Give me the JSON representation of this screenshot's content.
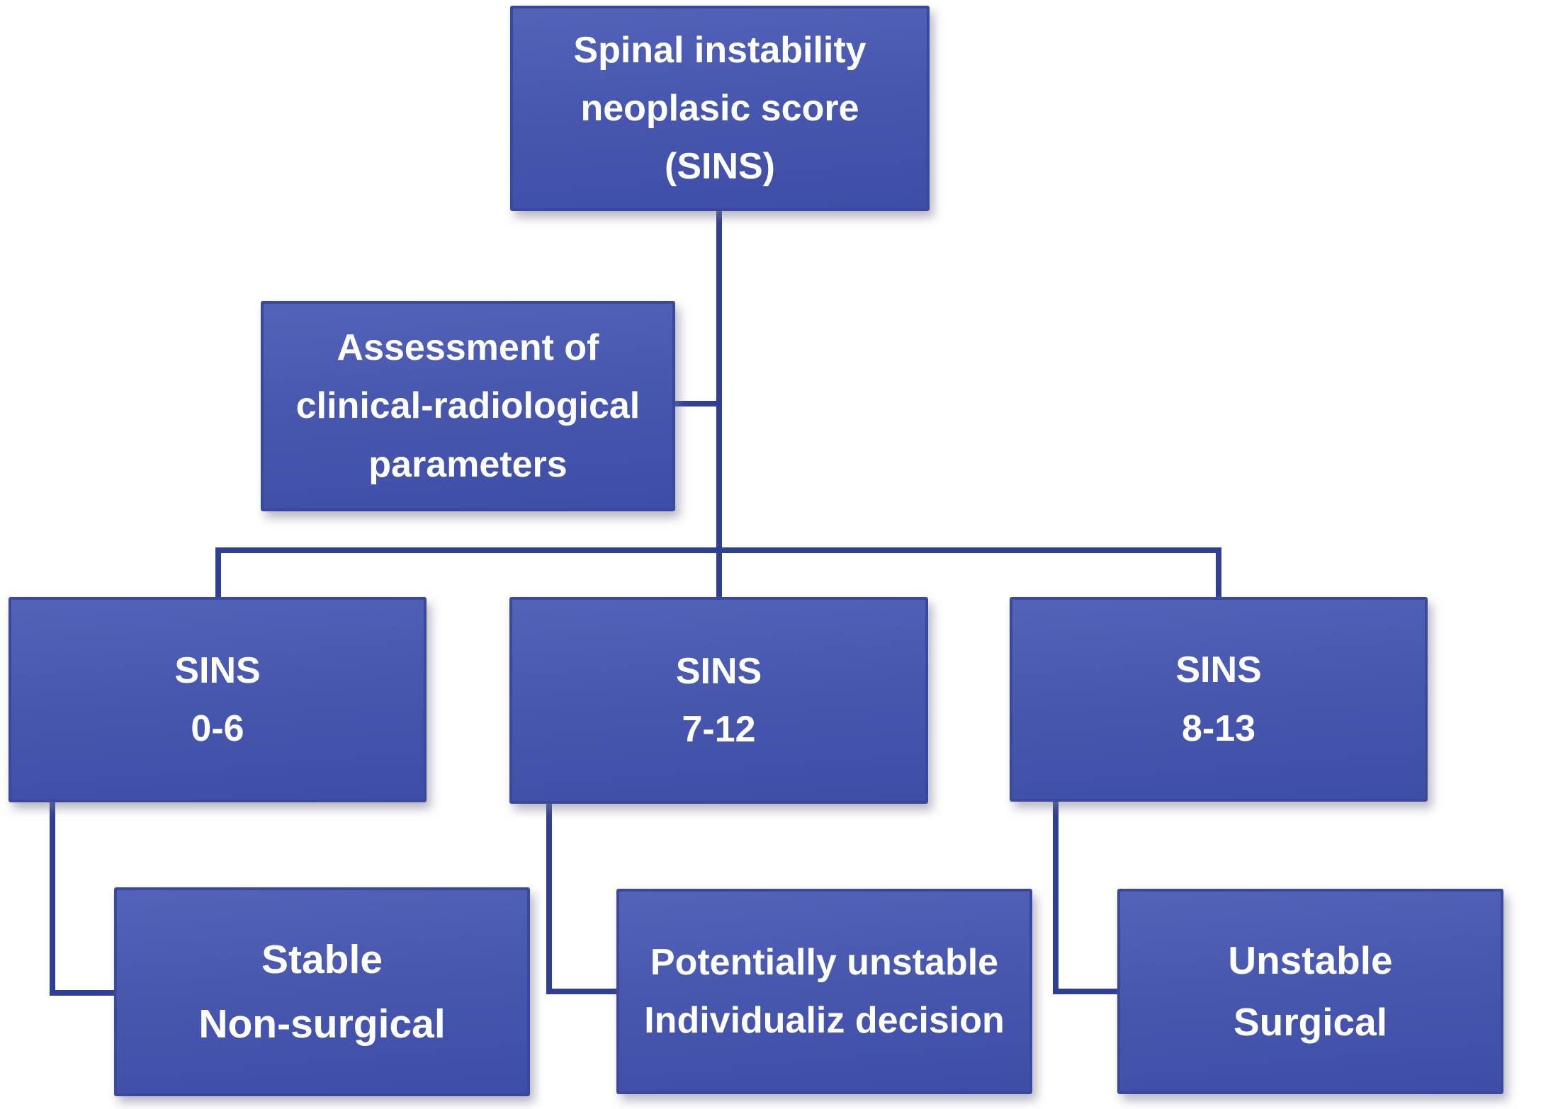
{
  "figure": {
    "type": "flowchart",
    "title": "Spinal instability neoplasic score (SINS) decision flowchart",
    "colors": {
      "background": "#ffffff",
      "box_fill_top": "#5263b8",
      "box_fill_mid": "#4757ae",
      "box_fill_bottom": "#3e4ea7",
      "box_border": "#3a489e",
      "connector": "#2f3f94",
      "text": "#ffffff"
    }
  },
  "nodes": [
    {
      "id": "root",
      "lines": [
        "Spinal instability",
        "neoplasic score",
        "(SINS)"
      ]
    },
    {
      "id": "assessment",
      "lines": [
        "Assessment of",
        "clinical-radiological",
        "parameters"
      ]
    },
    {
      "id": "sins-0-6",
      "lines": [
        "SINS",
        "0-6"
      ]
    },
    {
      "id": "sins-7-12",
      "lines": [
        "SINS",
        "7-12"
      ]
    },
    {
      "id": "sins-8-13",
      "lines": [
        "SINS",
        "8-13"
      ]
    },
    {
      "id": "stable",
      "lines": [
        "Stable",
        "Non-surgical"
      ]
    },
    {
      "id": "potentially-unstable",
      "lines": [
        "Potentially unstable",
        "Individualiz decision"
      ]
    },
    {
      "id": "unstable",
      "lines": [
        "Unstable",
        "Surgical"
      ]
    }
  ],
  "edges": [
    {
      "from": "root",
      "to": "sins-0-6"
    },
    {
      "from": "root",
      "to": "sins-7-12"
    },
    {
      "from": "root",
      "to": "sins-8-13"
    },
    {
      "from": "assessment",
      "to": "root-trunk"
    },
    {
      "from": "sins-0-6",
      "to": "stable"
    },
    {
      "from": "sins-7-12",
      "to": "potentially-unstable"
    },
    {
      "from": "sins-8-13",
      "to": "unstable"
    }
  ]
}
